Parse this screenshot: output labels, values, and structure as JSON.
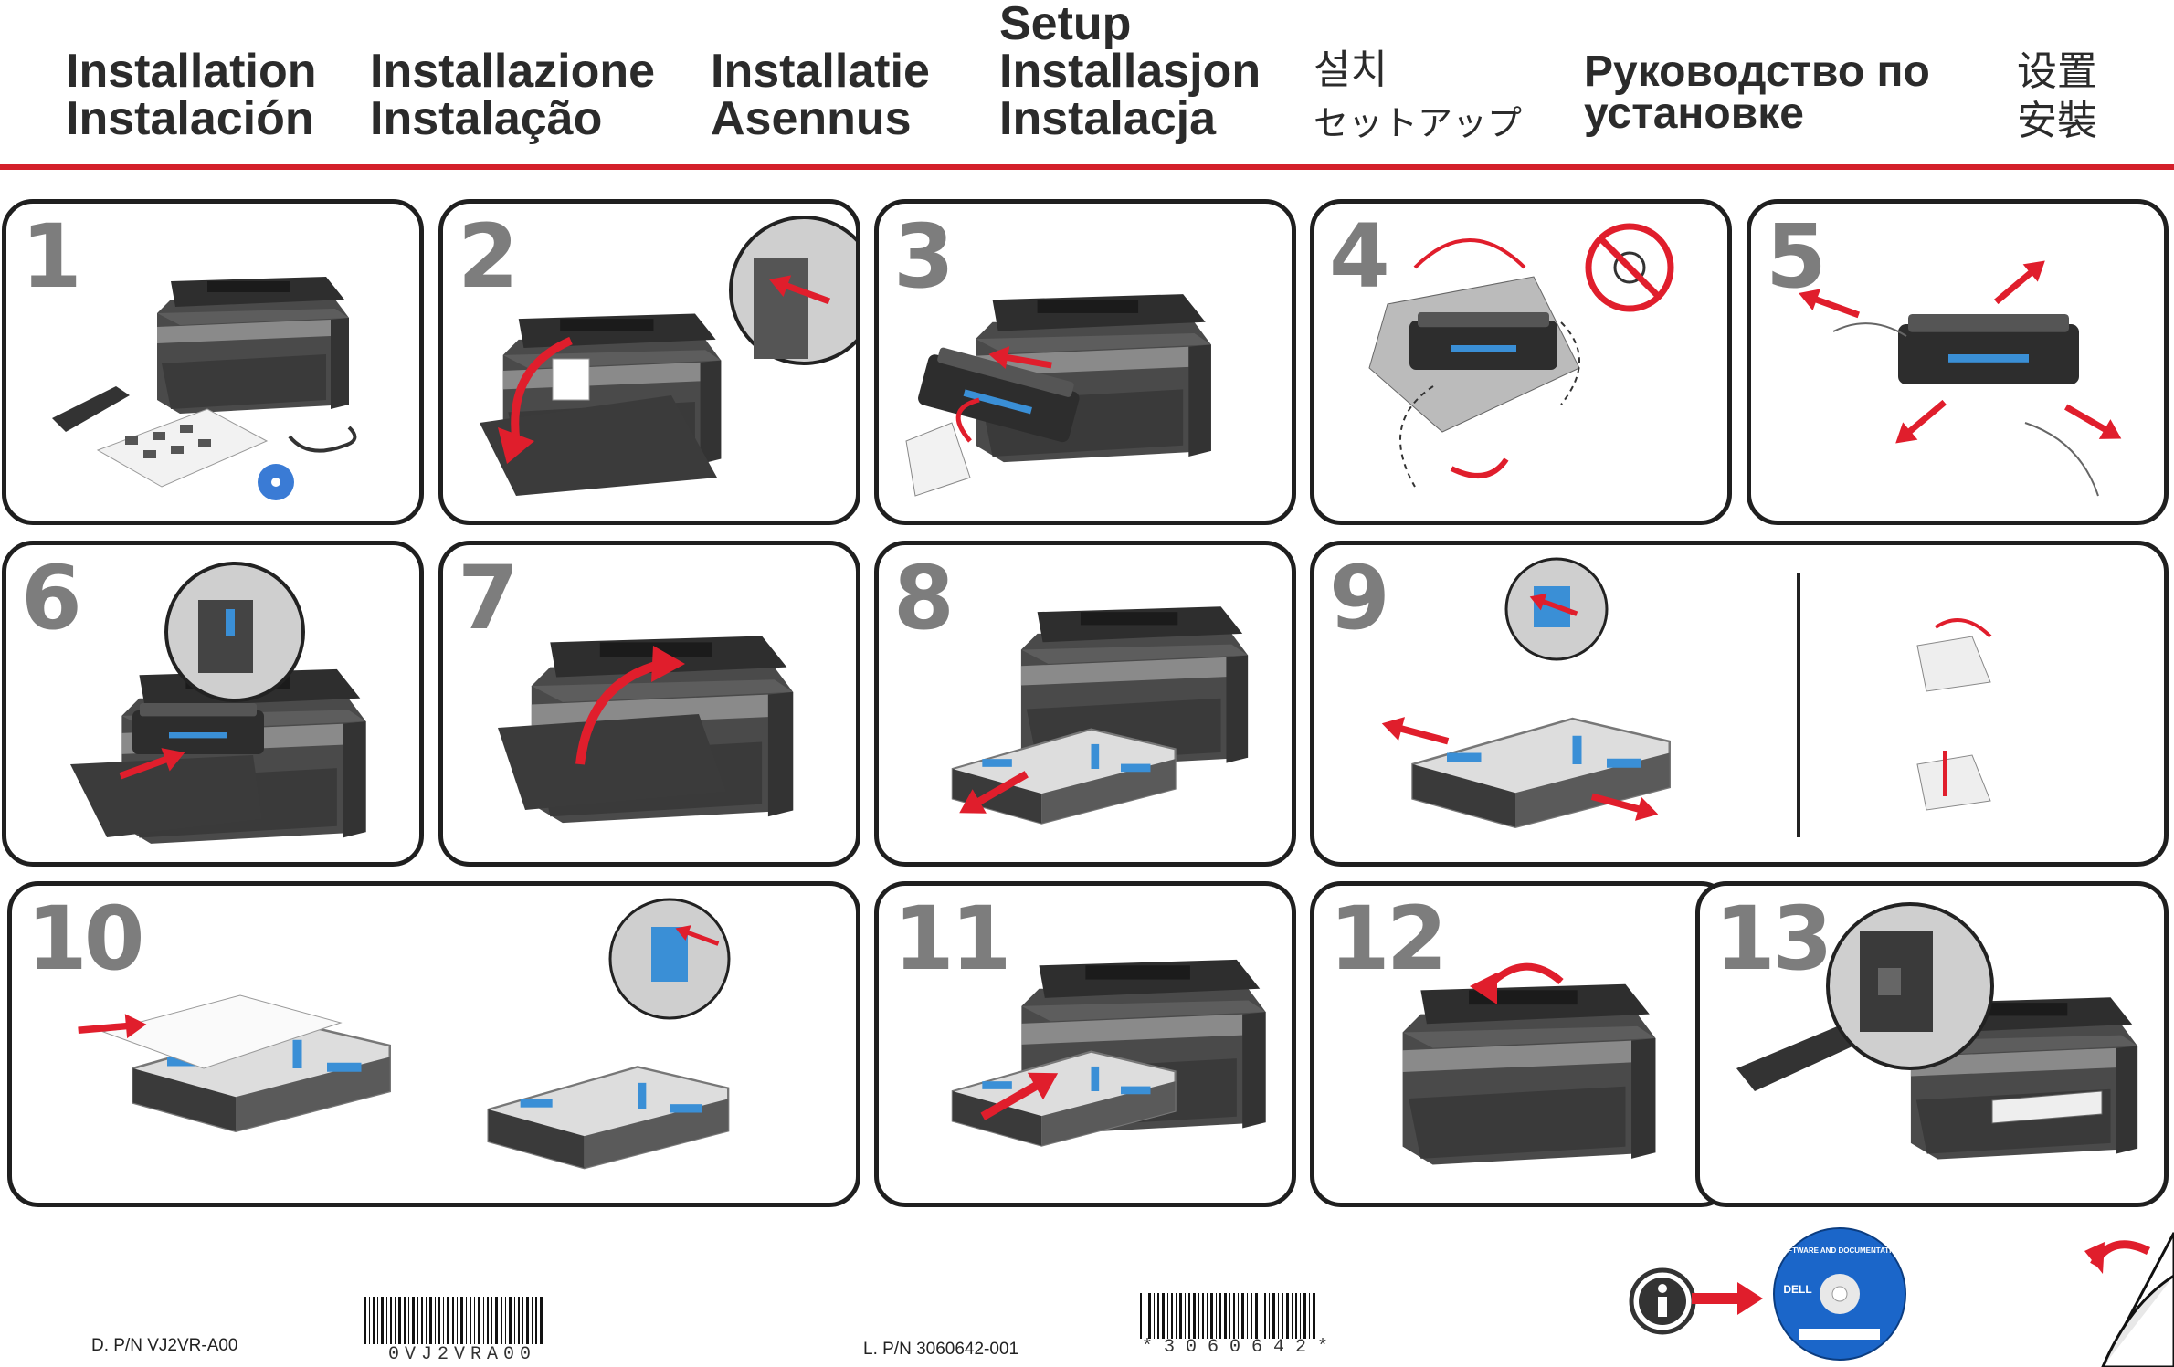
{
  "header": {
    "titles": [
      {
        "line1": "Installation",
        "line2": "Instalación"
      },
      {
        "line1": "Installazione",
        "line2": "Instalação"
      },
      {
        "line1": "Installatie",
        "line2": "Asennus"
      },
      {
        "line0": "Setup",
        "line1": "Installasjon",
        "line2": "Instalacja"
      },
      {
        "line1": "설치",
        "line2": "セットアップ"
      },
      {
        "line1": "Руководство по",
        "line2": "установке"
      },
      {
        "line1": "设置",
        "line2": "安裝"
      }
    ],
    "accent_color": "#d4202a"
  },
  "steps": [
    "1",
    "2",
    "3",
    "4",
    "5",
    "6",
    "7",
    "8",
    "9",
    "10",
    "11",
    "12",
    "13"
  ],
  "footer": {
    "dell_pn": "D. P/N VJ2VR-A00",
    "dell_barcode_text": "0VJ2VRA00",
    "lexmark_pn": "L. P/N 3060642-001",
    "lexmark_barcode_text": "*3060642*",
    "cd_title": "SOFTWARE AND DOCUMENTATION",
    "cd_brand": "DELL"
  },
  "icons": [
    "info-icon",
    "arrow-right-icon",
    "cd-icon",
    "page-curl-icon",
    "no-sunlight-icon"
  ]
}
